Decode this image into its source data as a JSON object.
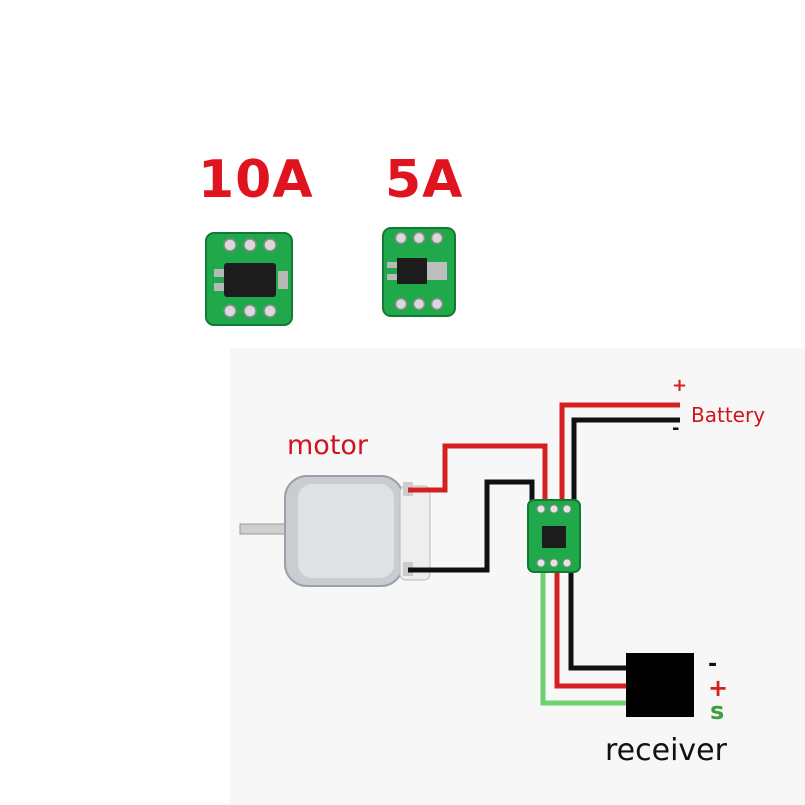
{
  "products": {
    "large": {
      "rating": "10A"
    },
    "small": {
      "rating": "5A"
    }
  },
  "wiring": {
    "motor_label": "motor",
    "battery_label": "Battery",
    "battery_plus": "+",
    "battery_minus": "-",
    "receiver_label": "receiver",
    "receiver_minus": "-",
    "receiver_plus": "+",
    "receiver_signal": "s"
  },
  "colors": {
    "label_red": "#e0141e",
    "wire_red": "#d42020",
    "wire_black": "#111111",
    "wire_green": "#6fd06f",
    "pcb_green": "#1fa94a"
  }
}
